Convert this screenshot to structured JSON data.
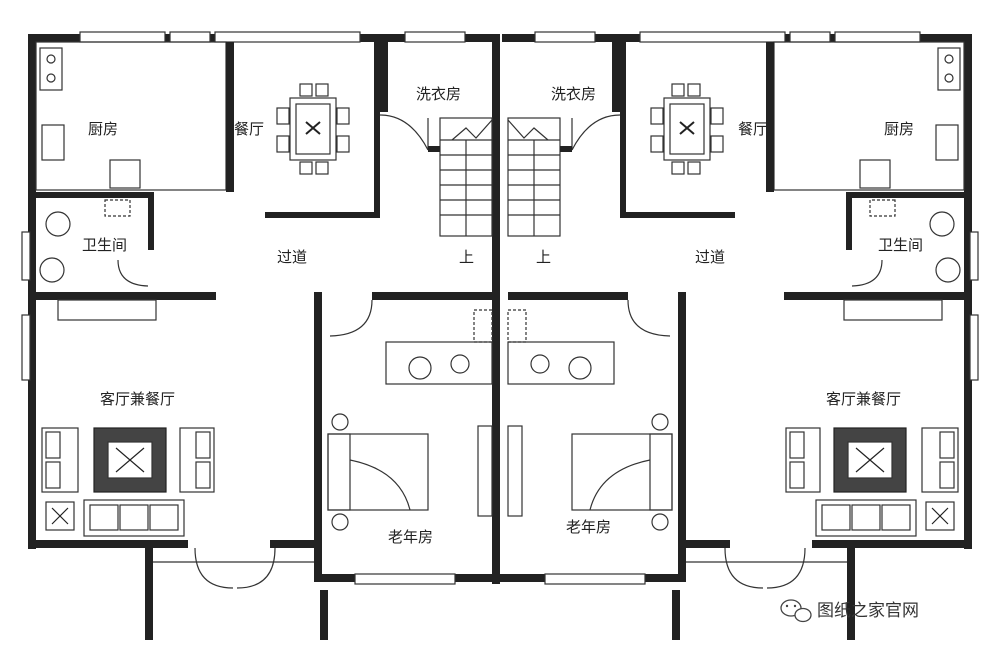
{
  "rooms": {
    "kitchen_left": "厨房",
    "dining_left": "餐厅",
    "laundry_left": "洗衣房",
    "laundry_right": "洗衣房",
    "dining_right": "餐厅",
    "kitchen_right": "厨房",
    "bathroom_left": "卫生间",
    "corridor_left": "过道",
    "corridor_right": "过道",
    "bathroom_right": "卫生间",
    "stair_left": "上",
    "stair_right": "上",
    "living_left": "客厅兼餐厅",
    "living_right": "客厅兼餐厅",
    "elder_left": "老年房",
    "elder_right": "老年房"
  },
  "watermark": {
    "text": "图纸之家官网",
    "icon": "wechat-icon"
  },
  "colors": {
    "wall": "#222222",
    "line": "#444444",
    "background": "#ffffff"
  }
}
